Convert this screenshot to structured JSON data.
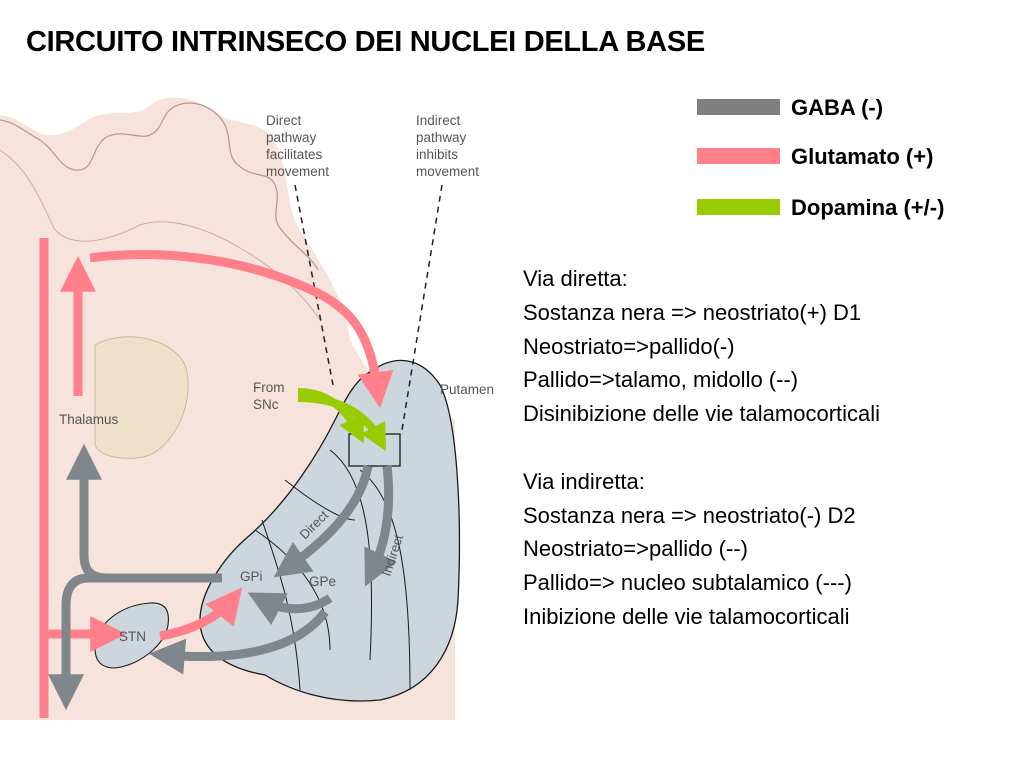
{
  "title": "CIRCUITO INTRINSECO DEI NUCLEI DELLA BASE",
  "legend": [
    {
      "label": "GABA (-)",
      "color": "#7f7f7f"
    },
    {
      "label": "Glutamato (+)",
      "color": "#ff7f8a"
    },
    {
      "label": "Dopamina (+/-)",
      "color": "#99cc00"
    }
  ],
  "diagram": {
    "direct_pathway": [
      "Direct",
      "pathway",
      "facilitates",
      "movement"
    ],
    "indirect_pathway": [
      "Indirect",
      "pathway",
      "inhibits",
      "movement"
    ],
    "from_snc": [
      "From",
      "SNc"
    ],
    "putamen": "Putamen",
    "thalamus": "Thalamus",
    "gpi": "GPi",
    "gpe": "GPe",
    "stn": "STN",
    "direct": "Direct",
    "indirect": "Indirect"
  },
  "notes": {
    "direct": {
      "heading": "Via diretta:",
      "lines": [
        "Sostanza nera => neostriato(+) D1",
        "Neostriato=>pallido(-)",
        "Pallido=>talamo, midollo (--)",
        "Disinibizione delle vie talamocorticali"
      ]
    },
    "indirect": {
      "heading": "Via indiretta:",
      "lines": [
        "Sostanza nera => neostriato(-) D2",
        "Neostriato=>pallido (--)",
        "Pallido=> nucleo subtalamico (---)",
        "Inibizione delle vie talamocorticali"
      ]
    }
  }
}
